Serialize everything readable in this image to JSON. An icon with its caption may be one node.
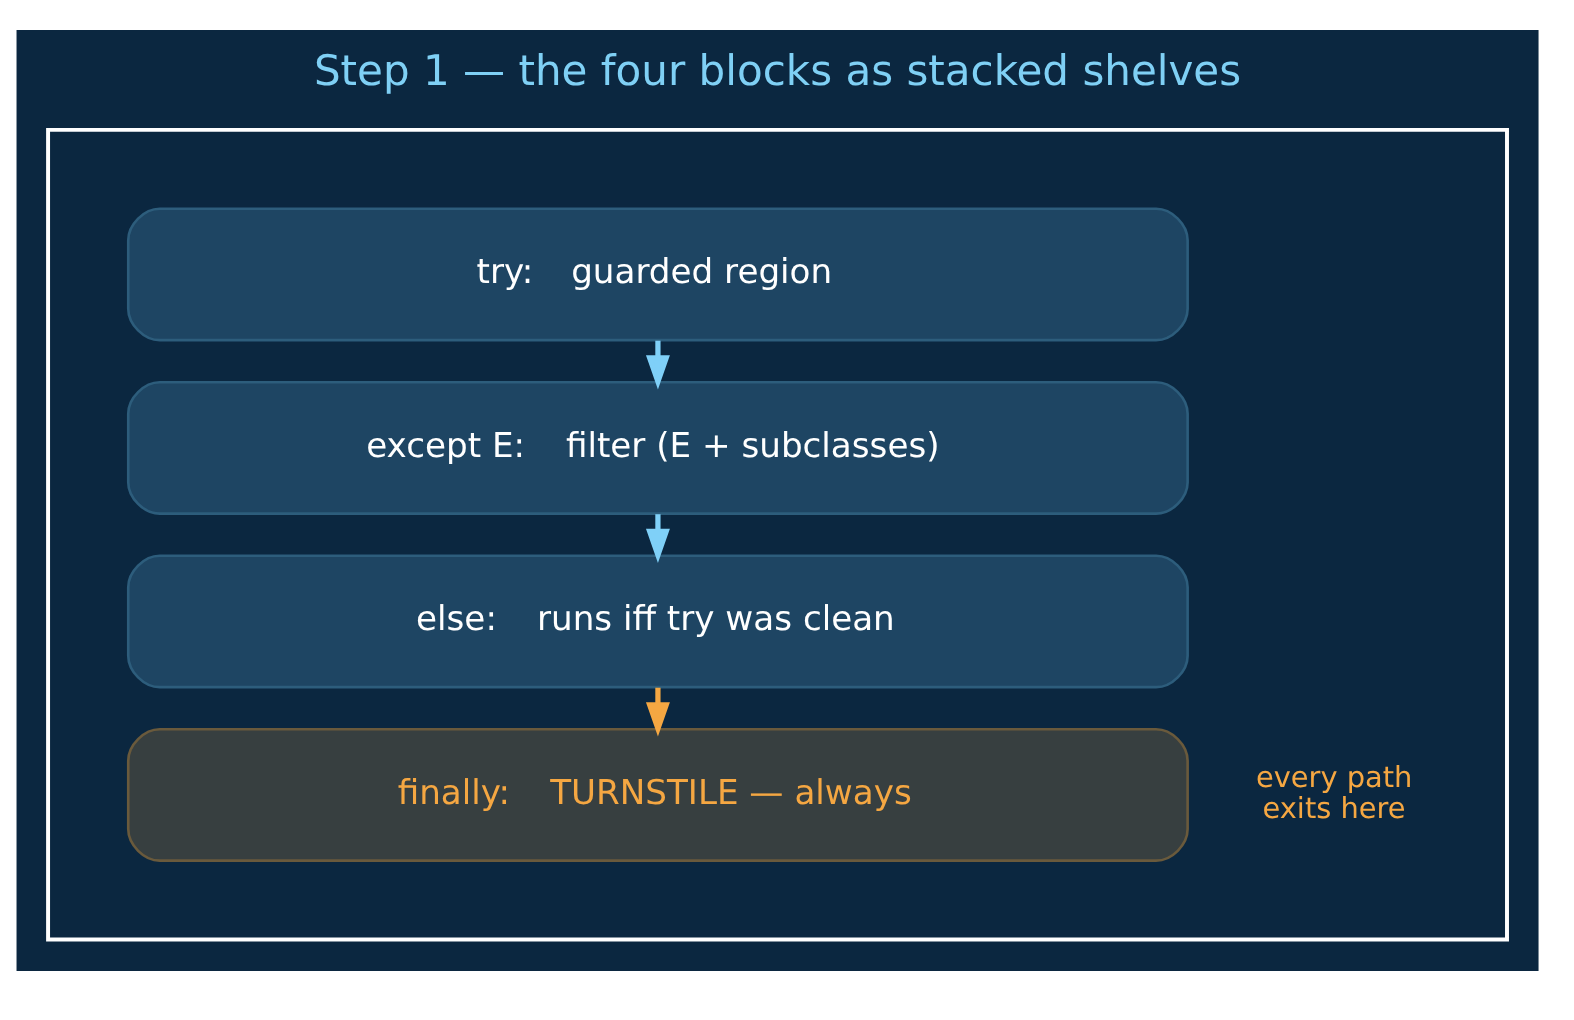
{
  "diagram": {
    "title": "Step 1 — the four blocks as stacked shelves",
    "nodes": [
      {
        "text": [],
        "shape": "box"
      },
      {
        "text": [
          "try:",
          "guarded region"
        ],
        "in": 0
      },
      {
        "text": [
          "except E:",
          "filter (E + subclasses)"
        ],
        "in": 0
      },
      {
        "text": [
          "else:",
          "runs iff try was clean"
        ],
        "in": 0
      },
      {
        "text": [
          "finally:",
          "TURNSTILE — always"
        ],
        "in": 0,
        "beside": [
          "every path exits here"
        ]
      }
    ],
    "edges": [
      {
        "from": 1,
        "to": 2,
        "arrow": "to"
      },
      {
        "from": 2,
        "to": 3,
        "arrow": "to"
      },
      {
        "from": 3,
        "to": 4,
        "arrow": "to",
        "color": "#f5a742"
      }
    ]
  }
}
